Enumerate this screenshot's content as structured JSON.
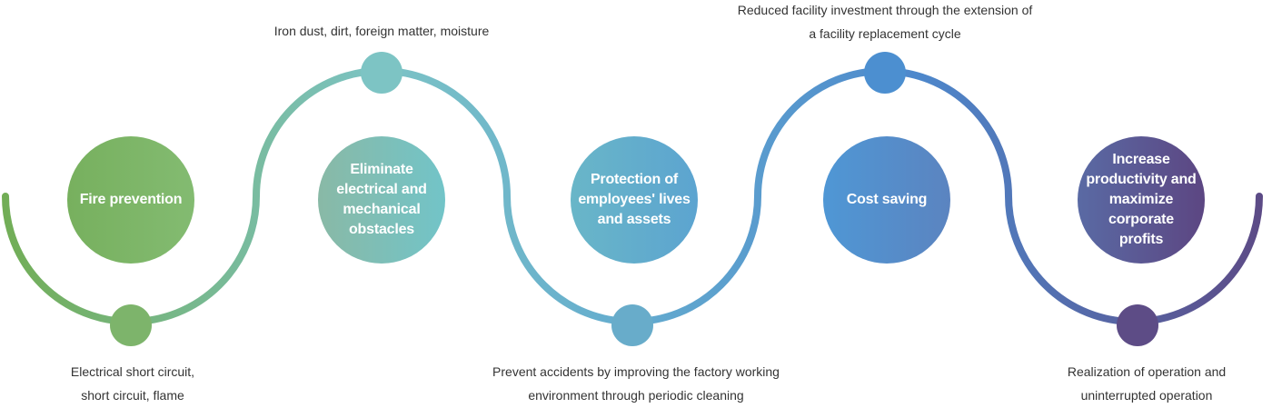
{
  "circles": [
    {
      "label": "Fire prevention"
    },
    {
      "label": "Eliminate electrical and mechanical obstacles"
    },
    {
      "label": "Protection of employees' lives and assets"
    },
    {
      "label": "Cost saving"
    },
    {
      "label": "Increase productivity and maximize corporate profits"
    }
  ],
  "captions": {
    "c1": {
      "line1": "Electrical short circuit,",
      "line2": "short circuit, flame"
    },
    "c2": {
      "line1": "Iron dust, dirt, foreign matter, moisture"
    },
    "c3": {
      "line1": "Prevent accidents by improving the factory working",
      "line2": "environment through periodic cleaning"
    },
    "c4": {
      "line1": "Reduced facility investment through the extension of",
      "line2": "a facility replacement cycle"
    },
    "c5": {
      "line1": "Realization of operation and",
      "line2": "uninterrupted operation"
    }
  },
  "colors": {
    "green": "#77b05e",
    "teal": "#7cc3c6",
    "sky": "#69aecb",
    "blue": "#4c8fcf",
    "purple": "#5c4a86"
  }
}
